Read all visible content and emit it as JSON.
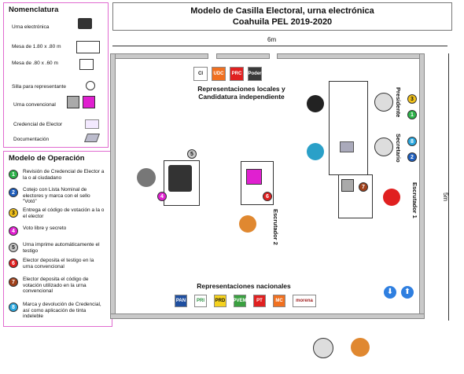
{
  "header": {
    "title": "Modelo de Casilla Electoral, urna electrónica",
    "subtitle": "Coahuila PEL 2019-2020"
  },
  "dimensions": {
    "width": "6m",
    "height": "5m"
  },
  "nomenclatura": {
    "title": "Nomenclatura",
    "items": [
      {
        "label": "Urna electrónica",
        "icon": "voting-machine-icon"
      },
      {
        "label": "Mesa de 1.80 x .80 m",
        "icon": "large-table-icon"
      },
      {
        "label": "Mesa de .80 x .60 m",
        "icon": "small-table-icon"
      },
      {
        "label": "Silla para representante",
        "icon": "chair-icon"
      },
      {
        "label": "Urna convencional",
        "icon": "ballot-box-icon"
      },
      {
        "label": "Credencial de Elector",
        "icon": "voter-card-icon"
      },
      {
        "label": "Documentación",
        "icon": "documents-icon"
      }
    ]
  },
  "operacion": {
    "title": "Modelo de Operación",
    "steps": [
      {
        "n": "1",
        "color": "#2db34a",
        "text": "Revisión de Credencial de Elector a la o al ciudadano"
      },
      {
        "n": "2",
        "color": "#1f5fbf",
        "text": "Cotejo con Lista Nominal de electores y marca con el sello \"Votó\""
      },
      {
        "n": "3",
        "color": "#f2c21b",
        "text": "Entrega el código de votación a la o el elector"
      },
      {
        "n": "4",
        "color": "#e020d0",
        "text": "Voto libre y secreto"
      },
      {
        "n": "5",
        "color": "#c8c8c8",
        "text": "Urna imprime automáticamente el testigo"
      },
      {
        "n": "6",
        "color": "#e02020",
        "text": "Elector deposita el testigo en la urna convencional"
      },
      {
        "n": "7",
        "color": "#a0401a",
        "text": "Elector deposita el código de votación utilizado en la urna convencional"
      },
      {
        "n": "8",
        "color": "#2aa8e0",
        "text": "Marca y devolución de Credencial, así como aplicación de tinta indeleble"
      }
    ]
  },
  "room": {
    "locales_label": "Representaciones locales y Candidatura independiente",
    "nacionales_label": "Representaciones nacionales",
    "locales_parties": [
      "CI",
      "UDC",
      "PRC",
      "Poder"
    ],
    "nacionales_parties": [
      "PAN",
      "PRI",
      "PRD",
      "PVEM",
      "PT",
      "MC",
      "morena"
    ],
    "roles": {
      "presidente": "Presidente",
      "secretario": "Secretario",
      "escrutador1": "Escrutador 1",
      "escrutador2": "Escrutador 2"
    },
    "markers": [
      {
        "n": "5",
        "color": "#c8c8c8"
      },
      {
        "n": "4",
        "color": "#e020d0"
      },
      {
        "n": "6",
        "color": "#e02020"
      },
      {
        "n": "7",
        "color": "#a0401a"
      },
      {
        "n": "3",
        "color": "#f2c21b"
      },
      {
        "n": "1",
        "color": "#2db34a"
      },
      {
        "n": "8",
        "color": "#2aa8e0"
      },
      {
        "n": "2",
        "color": "#1f5fbf"
      }
    ]
  }
}
